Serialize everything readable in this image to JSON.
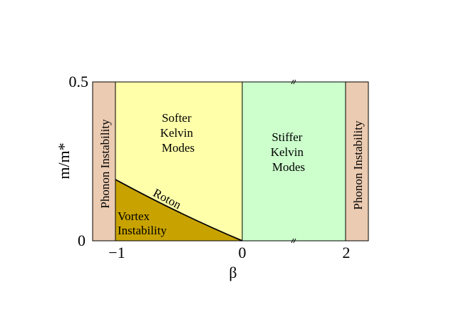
{
  "colors": {
    "phonon": "#ebcbb1",
    "softer": "#ffffaa",
    "stiffer": "#ccffcc",
    "vortex": "#c8a300",
    "frame": "#000000"
  },
  "axes": {
    "xlabel": "β",
    "ylabel": "m/m*",
    "x_ticks": [
      "−1",
      "0",
      "2"
    ],
    "y_ticks": [
      "0.5",
      "0"
    ]
  },
  "regions": {
    "phonon_left": "Phonon Instability",
    "phonon_right": "Phonon Instability",
    "softer": [
      "Softer",
      "Kelvin",
      "Modes"
    ],
    "stiffer": [
      "Stiffer",
      "Kelvin",
      "Modes"
    ],
    "vortex": [
      "Vortex",
      "Instability"
    ],
    "roton": "Roton"
  }
}
